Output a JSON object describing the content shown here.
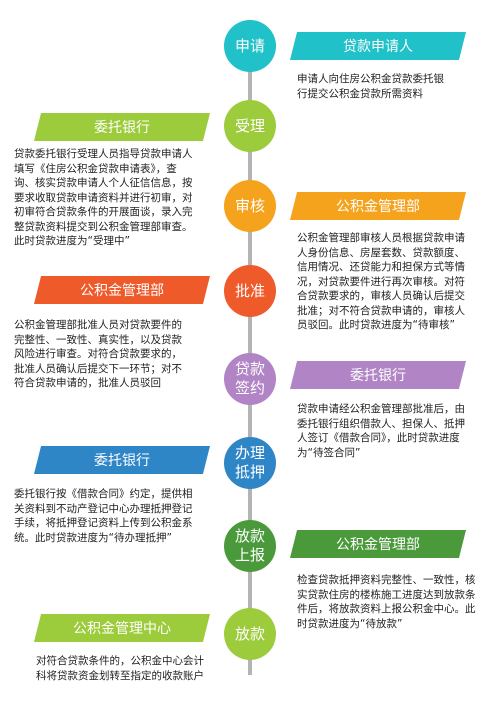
{
  "colors": {
    "teal": "#20c1c8",
    "lime": "#9ccb3b",
    "orange": "#f5a21c",
    "red": "#ef5a2a",
    "purple": "#b184c6",
    "blue": "#2f86c7",
    "green": "#4a9a3c",
    "axis": "#b4b4b4"
  },
  "steps": [
    {
      "node": "申请",
      "banner": "贷款申请人",
      "desc": "申请人向住房公积金贷款委托银\n行提交公积金贷款所需资料"
    },
    {
      "node": "受理",
      "banner": "委托银行",
      "desc": "贷款委托银行受理人员指导贷款申请人\n填写《住房公积金贷款申请表》，查\n询、核实贷款申请人个人征信信息，按\n要求收取贷款申请资料并进行初审，对\n初审符合贷款条件的开展面谈，录入完\n整贷款资料提交到公积金管理部审查。\n此时贷款进度为“受理中”"
    },
    {
      "node": "审核",
      "banner": "公积金管理部",
      "desc": "公积金管理部审核人员根据贷款申请\n人身份信息、房屋套数、贷款额度、\n信用情况、还贷能力和担保方式等情\n况，对贷款要件进行再次审核。对符\n合贷款要求的，审核人员确认后提交\n批准；对不符合贷款申请的，审核人\n员驳回。此时贷款进度为“待审核”"
    },
    {
      "node": "批准",
      "banner": "公积金管理部",
      "desc": "公积金管理部批准人员对贷款要件的\n完整性、一致性、真实性，以及贷款\n风险进行审查。对符合贷款要求的，\n批准人员确认后提交下一环节；对不\n符合贷款申请的，批准人员驳回"
    },
    {
      "node": "贷款\n签约",
      "banner": "委托银行",
      "desc": "贷款申请经公积金管理部批准后，由\n委托银行组织借款人、担保人、抵押\n人签订《借款合同》，此时贷款进度\n为“待签合同”"
    },
    {
      "node": "办理\n抵押",
      "banner": "委托银行",
      "desc": "委托银行按《借款合同》约定，提供相\n关资料到不动产登记中心办理抵押登记\n手续，将抵押登记资料上传到公积金系\n统。此时贷款进度为“待办理抵押”"
    },
    {
      "node": "放款\n上报",
      "banner": "公积金管理部",
      "desc": "检查贷款抵押资料完整性、一致性，核\n实贷款住房的楼栋施工进度达到放款条\n件后，将放款资料上报公积金中心。此\n时贷款进度为“待放款”"
    },
    {
      "node": "放款",
      "banner": "公积金管理中心",
      "desc": "对符合贷款条件的，公积金中心会计\n科将贷款资金划转至指定的收款账户"
    }
  ]
}
